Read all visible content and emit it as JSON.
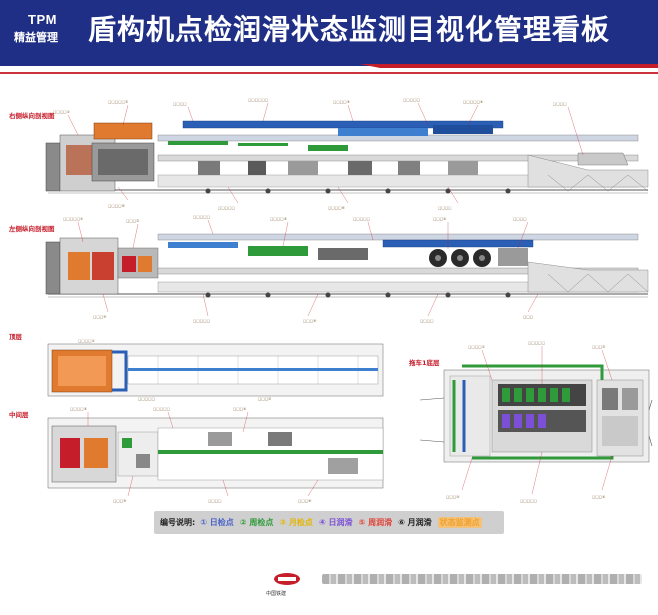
{
  "header": {
    "brand_line1": "TPM",
    "brand_line2": "精益管理",
    "title": "盾构机点检润滑状态监测目视化管理看板"
  },
  "sections": {
    "right_side_view": "右侧纵向剖视图",
    "left_side_view": "左侧纵向剖视图",
    "top_layer": "顶层",
    "middle_layer": "中间层",
    "trailer_1_bottom": "拖车1底层"
  },
  "legend": {
    "title": "编号说明:",
    "items": [
      {
        "num": "①",
        "label": "日检点",
        "color": "#4a63c9"
      },
      {
        "num": "②",
        "label": "周检点",
        "color": "#2f9a3a"
      },
      {
        "num": "③",
        "label": "月检点",
        "color": "#e3b600"
      },
      {
        "num": "④",
        "label": "日润滑",
        "color": "#7b4fd6"
      },
      {
        "num": "⑤",
        "label": "周润滑",
        "color": "#e0453b"
      },
      {
        "num": "⑥",
        "label": "月润滑",
        "color": "#1e1e1e"
      },
      {
        "num": "",
        "label": "状态监测点",
        "color": "#f2a12a"
      }
    ]
  },
  "footer": {
    "logo_text": "中国铁建"
  },
  "colors": {
    "header_bg": "#1f2f86",
    "accent_red": "#c61d2a",
    "machine_blue": "#2a5fb5",
    "machine_orange": "#e07a2f",
    "machine_green": "#2f9a3a"
  }
}
